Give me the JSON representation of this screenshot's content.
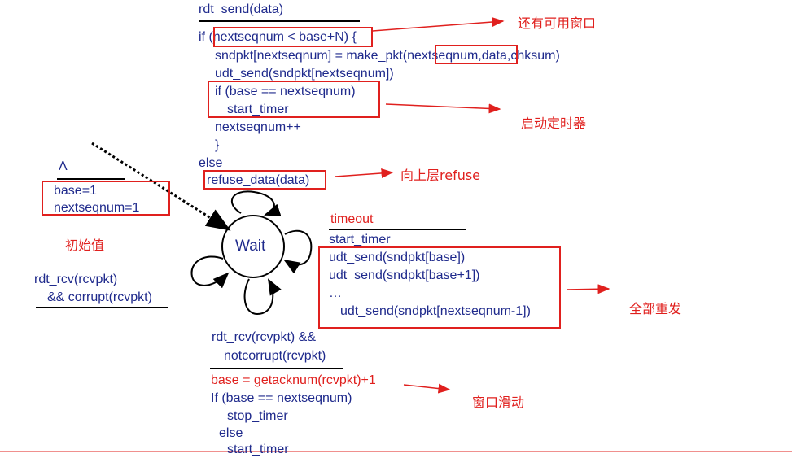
{
  "send_event": {
    "label": "rdt_send(data)",
    "lines": [
      "if (nextseqnum < base+N) {",
      "sndpkt[nextseqnum] = make_pkt(nextseqnum,data,chksum)",
      "udt_send(sndpkt[nextseqnum])",
      "if (base == nextseqnum)",
      "start_timer",
      "nextseqnum++",
      "}",
      "else",
      "refuse_data(data)"
    ]
  },
  "init": {
    "lambda": "Λ",
    "lines": [
      "base=1",
      "nextseqnum=1"
    ],
    "note": "初始值"
  },
  "corrupt_event": {
    "lines": [
      "rdt_rcv(rcvpkt)",
      "&& corrupt(rcvpkt)"
    ]
  },
  "state": {
    "label": "Wait"
  },
  "timeout_event": {
    "label": "timeout",
    "lines": [
      "start_timer",
      "udt_send(sndpkt[base])",
      "udt_send(sndpkt[base+1])",
      "…",
      "udt_send(sndpkt[nextseqnum-1])"
    ]
  },
  "ack_event": {
    "label_lines": [
      "rdt_rcv(rcvpkt) &&",
      "notcorrupt(rcvpkt)"
    ],
    "lines": [
      "base = getacknum(rcvpkt)+1",
      "If (base == nextseqnum)",
      "stop_timer",
      "else",
      "start_timer"
    ]
  },
  "annotations": {
    "window_available": "还有可用窗口",
    "start_timer": "启动定时器",
    "refuse_upper": "向上层refuse",
    "resend_all": "全部重发",
    "window_slide": "窗口滑动"
  },
  "colors": {
    "code": "#1f2a8c",
    "highlight": "#e0201e",
    "line": "#000000"
  }
}
